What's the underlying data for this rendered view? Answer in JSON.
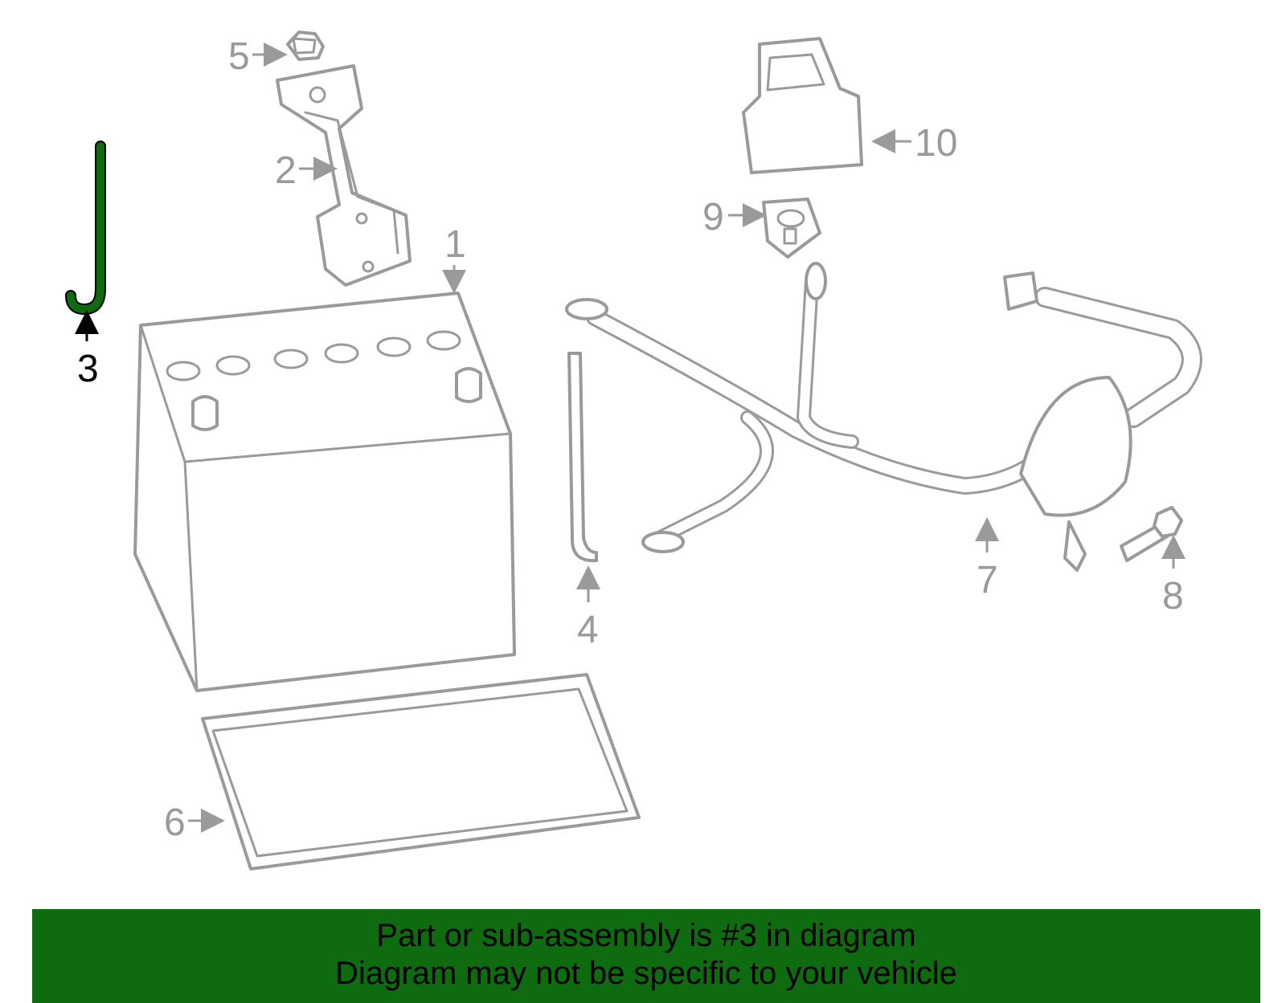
{
  "diagram": {
    "callouts": [
      "1",
      "2",
      "3",
      "4",
      "5",
      "6",
      "7",
      "8",
      "9",
      "10"
    ],
    "highlight_color": "#0f6b0f",
    "part_line_color": "#9a9a9a",
    "highlighted_part": "3"
  },
  "banner": {
    "line1": "Part or sub-assembly is #3 in diagram",
    "line2": "Diagram may not be specific to your vehicle",
    "background": "#0f6b0f"
  }
}
